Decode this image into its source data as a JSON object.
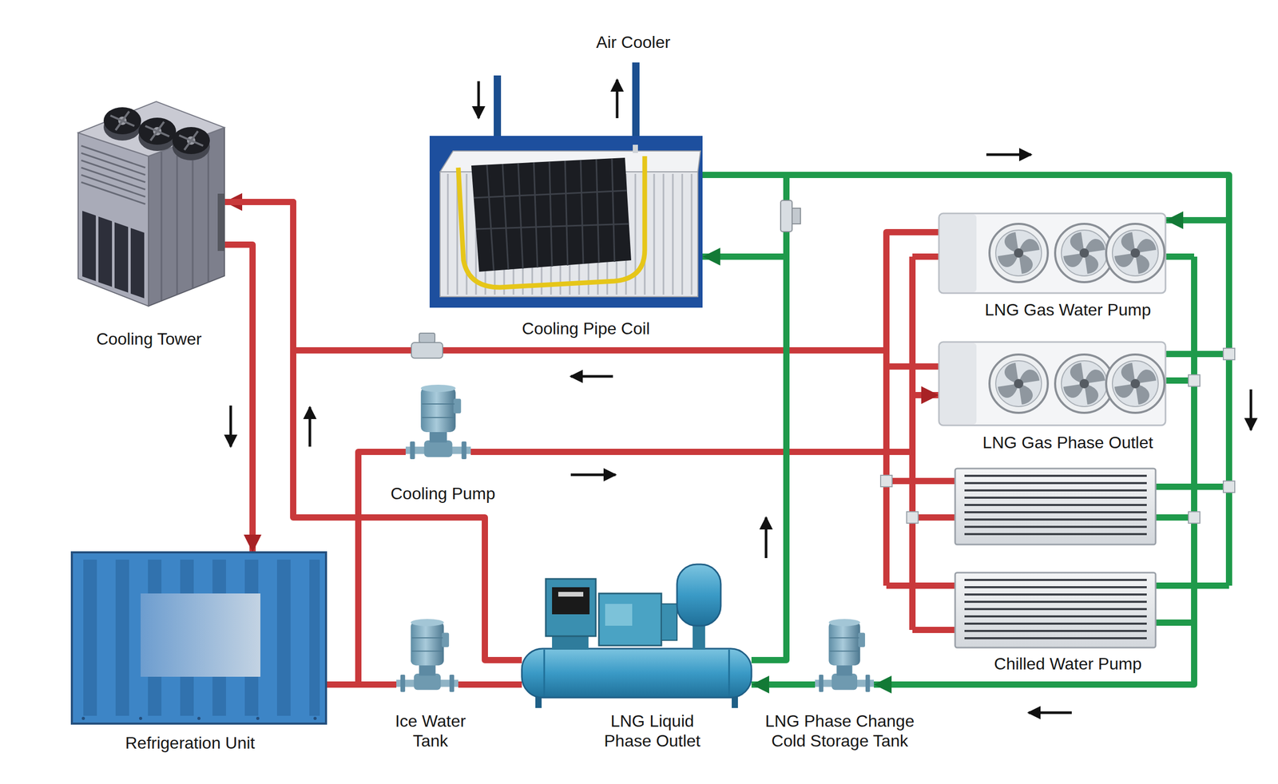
{
  "diagram": {
    "nodes": [
      {
        "text": [
          "Cooling Tower"
        ]
      },
      {
        "text": [
          "Cooling Pipe Coil"
        ]
      },
      {
        "text": [
          "LNG Gas Water Pump"
        ]
      },
      {
        "text": [
          "LNG Gas Phase Outlet"
        ]
      },
      {
        "text": [
          "Cooling Pump"
        ]
      },
      {
        "text": [
          "Chilled Water Pump"
        ]
      },
      {
        "text": [
          "Refrigeration Unit"
        ]
      },
      {
        "text": [
          "Ice Water Tank"
        ]
      },
      {
        "text": [
          "LNG Liquid Phase Outlet"
        ]
      },
      {
        "text": [
          "LNG Phase Change Cold Storage Tank"
        ]
      }
    ],
    "edges": [
      {
        "from": 0,
        "to": 6,
        "arrow": "to"
      },
      {
        "from": 6,
        "to": 7,
        "arrow": "none"
      },
      {
        "from": 7,
        "to": 8,
        "arrow": "none"
      },
      {
        "from": 6,
        "to": 4,
        "arrow": "none"
      },
      {
        "from": 4,
        "to": 3,
        "arrow": "to"
      },
      {
        "from": 2,
        "to": 0,
        "arrow": "to"
      },
      {
        "from": 8,
        "to": 0,
        "arrow": "none"
      },
      {
        "from": 8,
        "to": 1,
        "arrow": "to"
      },
      {
        "from": 1,
        "to": 2,
        "arrow": "to"
      },
      {
        "from": 5,
        "to": 9,
        "arrow": "to"
      },
      {
        "from": 9,
        "to": 8,
        "arrow": "to"
      }
    ],
    "labels": [
      "Air Cooler"
    ]
  }
}
